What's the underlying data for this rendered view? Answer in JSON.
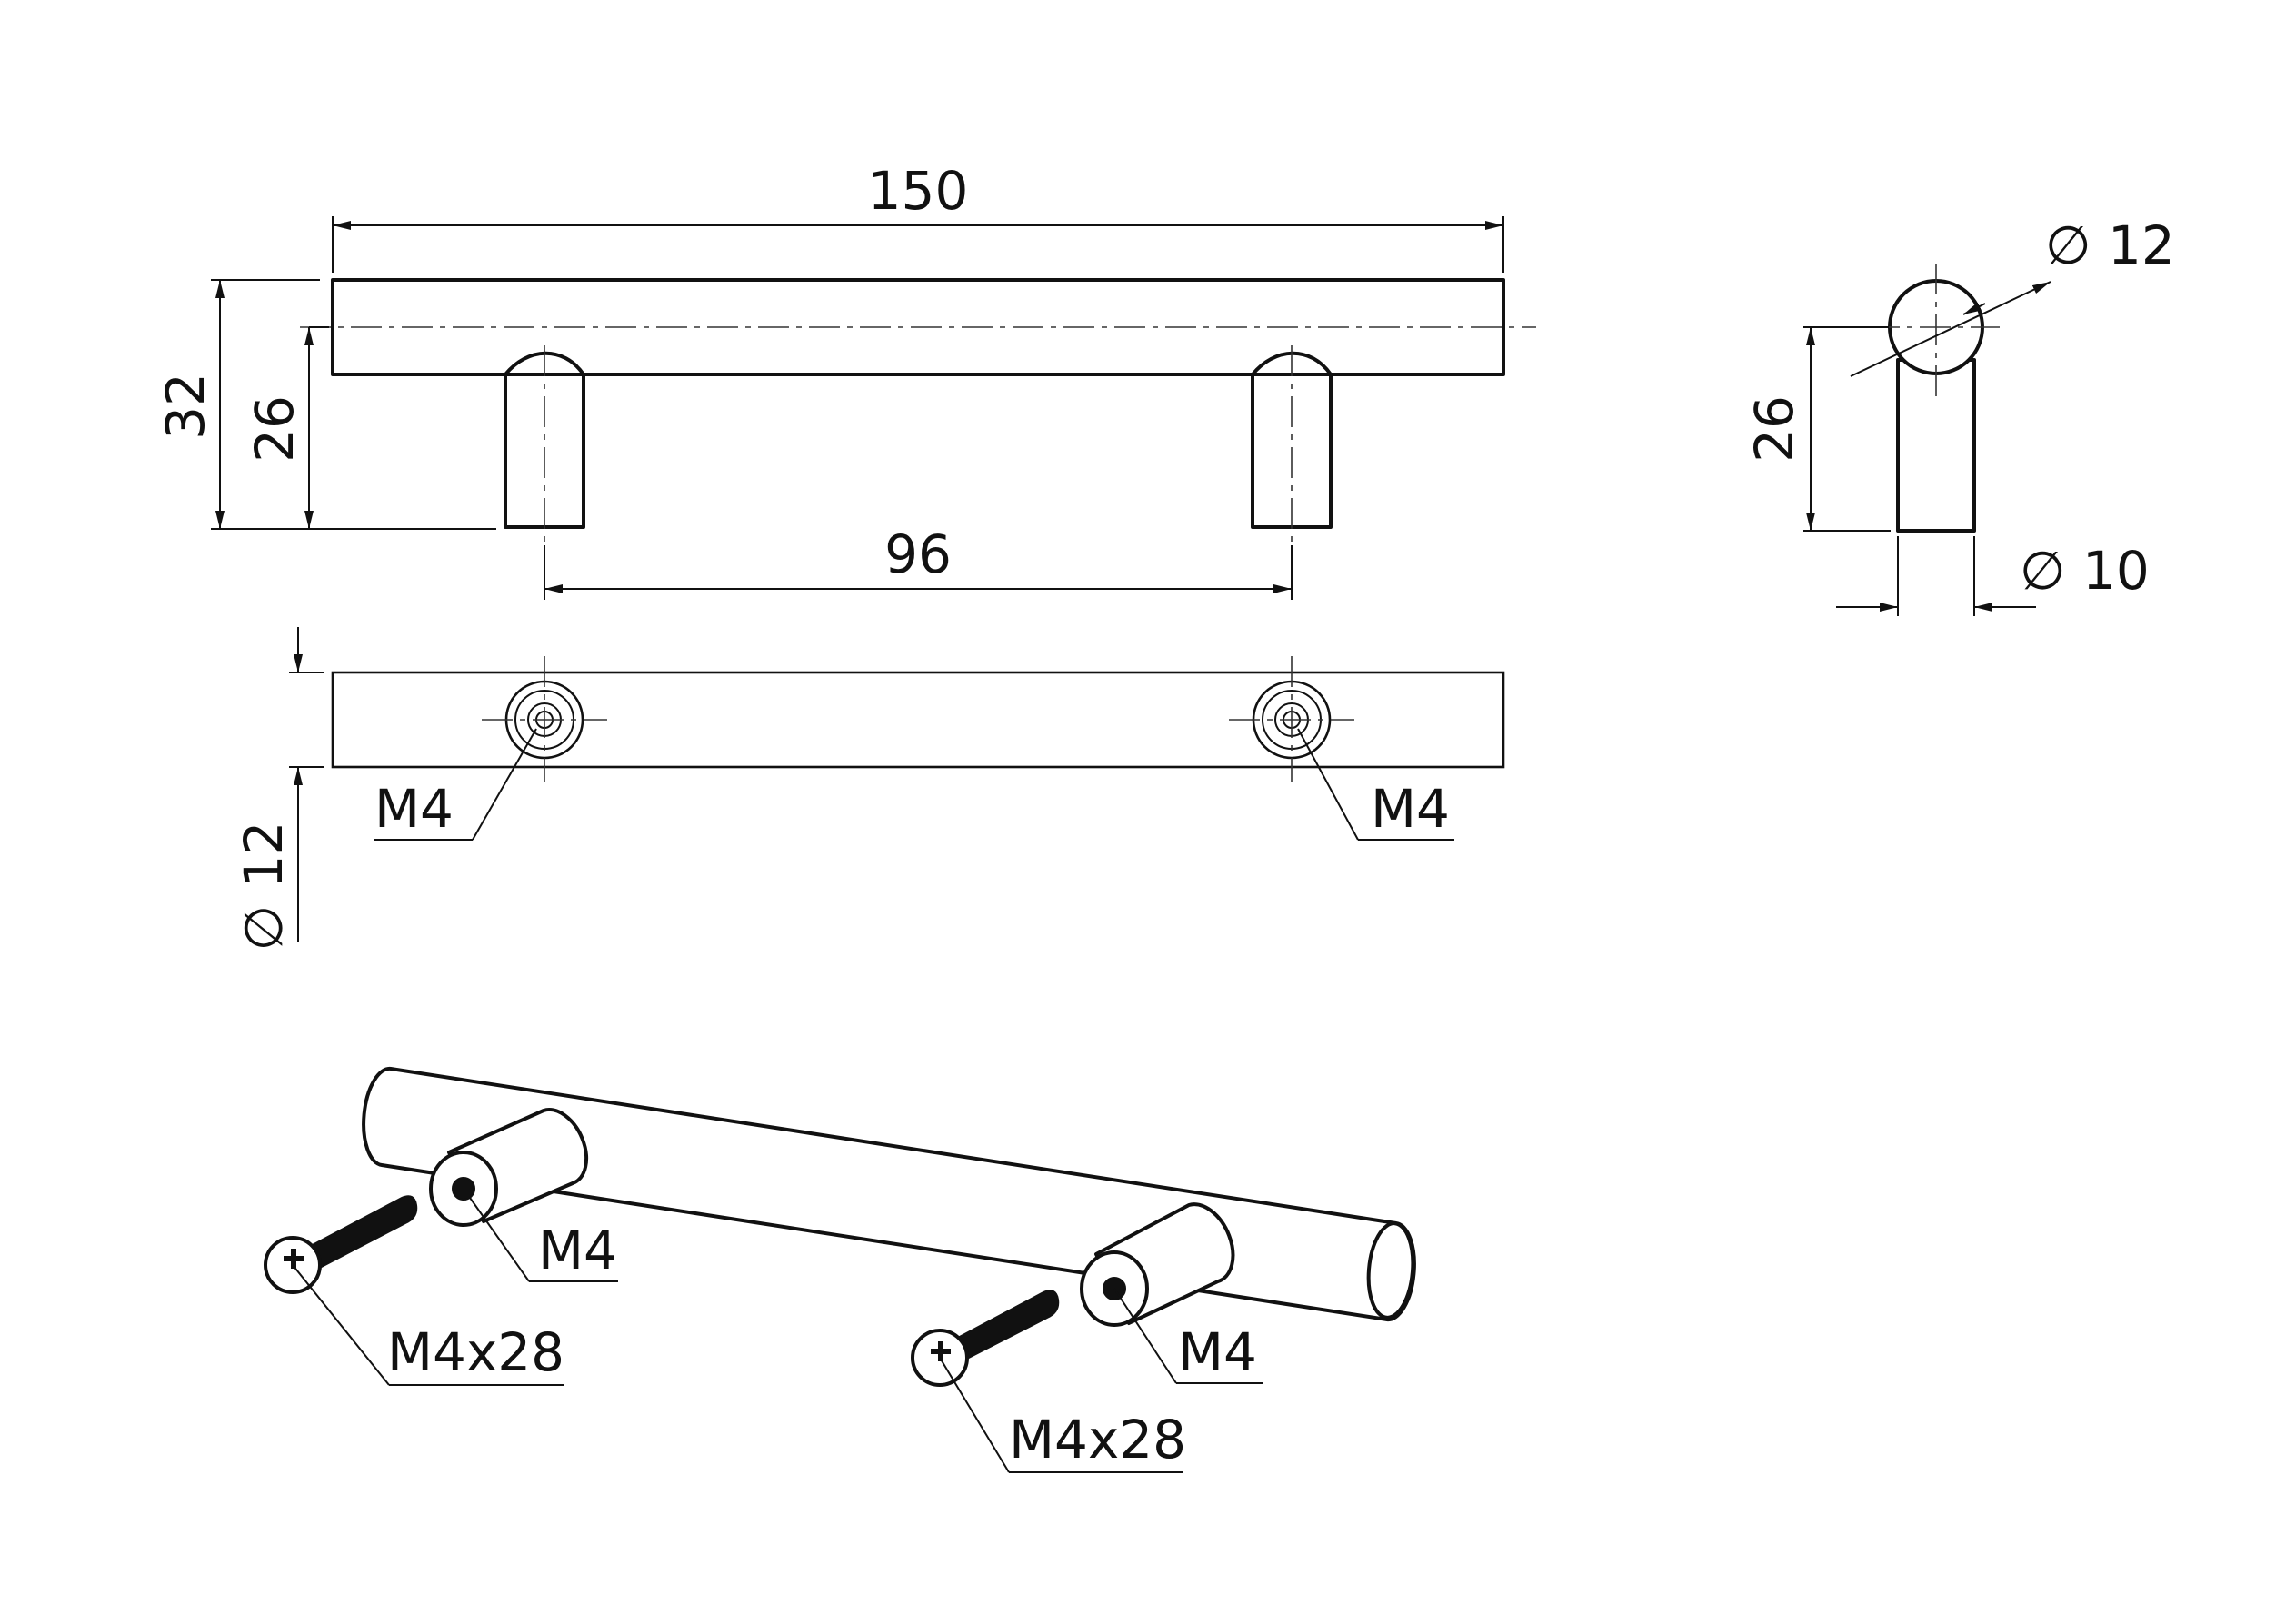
{
  "dimensions": {
    "total_length": "150",
    "height_total": "32",
    "height_legs": "26",
    "hole_spacing": "96",
    "side_height": "26",
    "bar_diameter": "∅ 12",
    "leg_diameter": "∅ 10",
    "top_view_diameter": "∅ 12"
  },
  "thread_labels": {
    "top_left": "M4",
    "top_right": "M4",
    "iso_left": "M4",
    "iso_right": "M4"
  },
  "screw_labels": {
    "left": "M4x28",
    "right": "M4x28"
  },
  "colors": {
    "line": "#111111",
    "background": "#ffffff"
  }
}
